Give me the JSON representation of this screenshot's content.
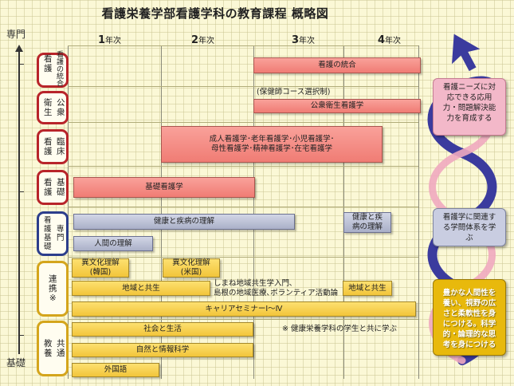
{
  "title": "看護栄養学部看護学科の教育課程 概略図",
  "axis": {
    "top": "専門",
    "bottom": "基礎"
  },
  "years": [
    {
      "num": "1",
      "suffix": "年次"
    },
    {
      "num": "2",
      "suffix": "年次"
    },
    {
      "num": "3",
      "suffix": "年次"
    },
    {
      "num": "4",
      "suffix": "年次"
    }
  ],
  "categories": {
    "integration": {
      "col1": "看\n護",
      "col2": "看\n護\nの\n統\n合"
    },
    "public_health": {
      "col1": "衛\n生",
      "col2": "公\n衆"
    },
    "clinical": {
      "col1": "看\n護",
      "col2": "臨\n床"
    },
    "basic": {
      "col1": "看\n護",
      "col2": "基\n礎"
    },
    "foundation": {
      "col1": "看\n護\n基\n礎",
      "col2": "専\n門"
    },
    "collaboration": {
      "col1": "連\n携\n※",
      "col2": ""
    },
    "common": {
      "col1": "教\n養",
      "col2": "共\n通"
    }
  },
  "courses": {
    "integration": "看護の統合",
    "public_health_note": "(保健師コース選択制)",
    "public_health": "公衆衛生看護学",
    "clinical": "成人看護学･老年看護学･小児看護学･\n母性看護学･精神看護学･在宅看護学",
    "basic": "基礎看護学",
    "health_disease": "健康と疾病の理解",
    "health_disease_4": "健康と疾\n病の理解",
    "human": "人間の理解",
    "intercultural_korea": "異文化理解\n(韓国)",
    "intercultural_us": "異文化理解\n(米国)",
    "region": "地域と共生",
    "shimane_note": "しまね地域共生学入門､\n島根の地域医療､ボランティア活動論",
    "region_4": "地域と共生",
    "career": "キャリアセミナーⅠ～Ⅳ",
    "society": "社会と生活",
    "common_note": "※ 健康栄養学科の学生と共に学ぶ",
    "nature": "自然と情報科学",
    "foreign": "外国語"
  },
  "goals": {
    "top": "看護ニーズに対\n応できる応用\n力・問題解決能\n力を育成する",
    "middle": "看護学に関連す\nる学問体系を学\nぶ",
    "bottom": "豊かな人間性を\n養い、視野の広\nさと柔軟性を身\nにつける。科学\n的・論理的な思\n考を身につける"
  },
  "colors": {
    "advanced_red": "#b8242a",
    "foundation_blue": "#2c3e8c",
    "general_gold": "#d4a51c",
    "pink_bar": "#f39089",
    "grey_bar": "#bcc1d7",
    "yellow_bar": "#f7d24f",
    "spiral_blue": "#3b3b9e",
    "spiral_pink": "#f0a8bf"
  }
}
